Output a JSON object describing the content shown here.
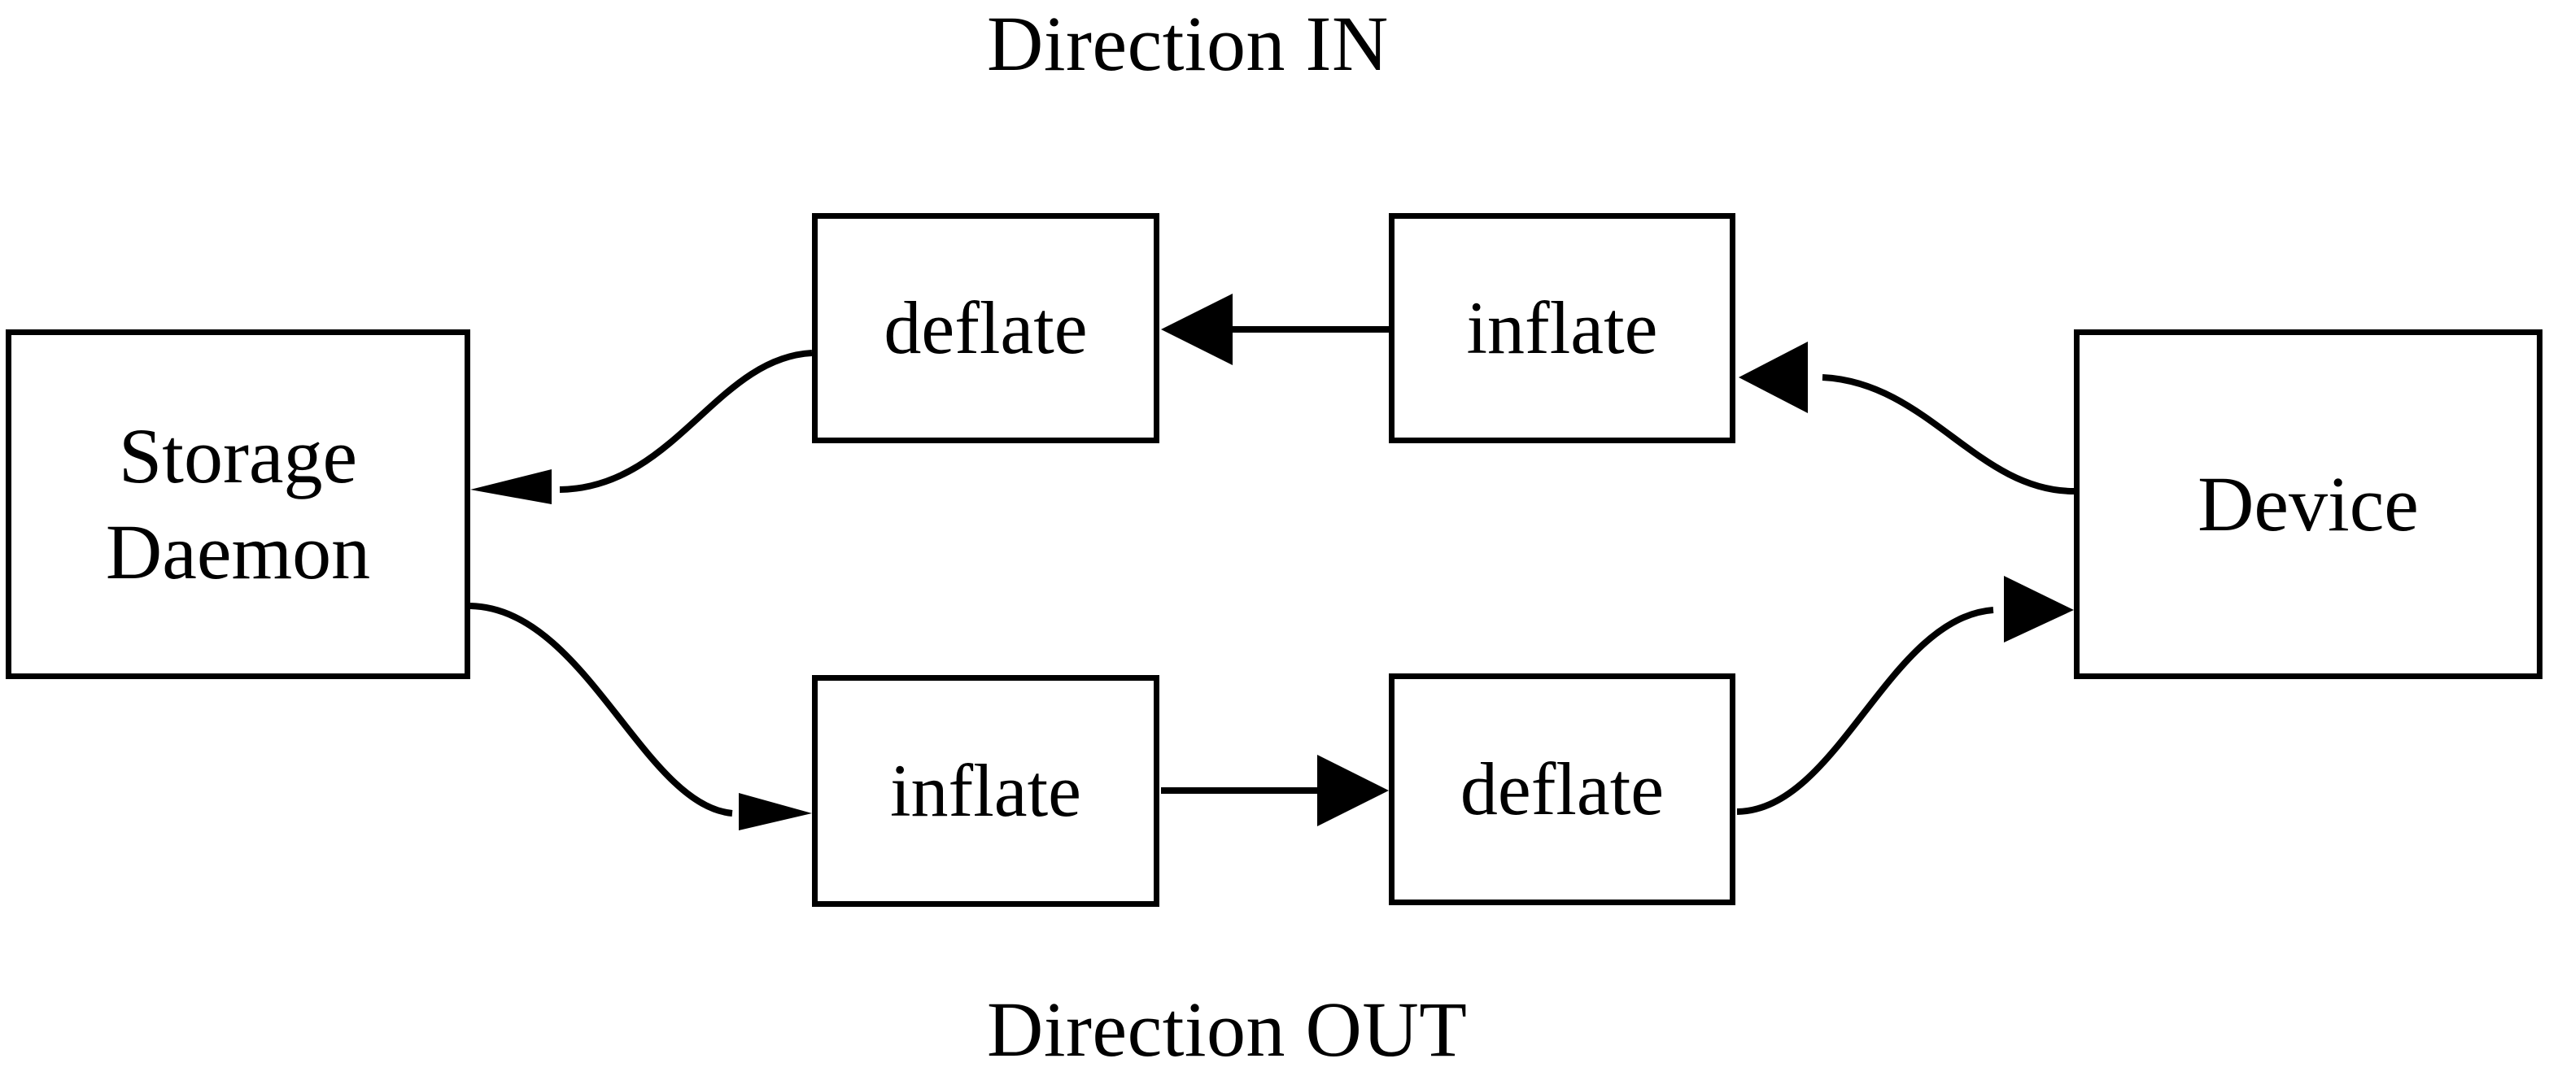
{
  "diagram": {
    "title_top": "Direction IN",
    "title_bottom": "Direction OUT",
    "background_color": "#ffffff",
    "stroke_color": "#000000",
    "nodes": {
      "storage_daemon": {
        "line1": "Storage",
        "line2": "Daemon"
      },
      "device": {
        "label": "Device"
      },
      "deflate_in": {
        "label": "deflate"
      },
      "inflate_in": {
        "label": "inflate"
      },
      "inflate_out": {
        "label": "inflate"
      },
      "deflate_out": {
        "label": "deflate"
      }
    },
    "edges": [
      {
        "name": "device-to-inflate-in",
        "from": "Device",
        "to": "inflate (IN)",
        "style": "curved",
        "arrow": "left"
      },
      {
        "name": "inflate-in-to-deflate-in",
        "from": "inflate (IN)",
        "to": "deflate (IN)",
        "style": "straight",
        "arrow": "left"
      },
      {
        "name": "deflate-in-to-storage",
        "from": "deflate (IN)",
        "to": "Storage Daemon",
        "style": "curved",
        "arrow": "left"
      },
      {
        "name": "storage-to-inflate-out",
        "from": "Storage Daemon",
        "to": "inflate (OUT)",
        "style": "curved",
        "arrow": "right"
      },
      {
        "name": "inflate-out-to-deflate-out",
        "from": "inflate (OUT)",
        "to": "deflate (OUT)",
        "style": "straight",
        "arrow": "right"
      },
      {
        "name": "deflate-out-to-device",
        "from": "deflate (OUT)",
        "to": "Device",
        "style": "curved",
        "arrow": "right"
      }
    ]
  }
}
